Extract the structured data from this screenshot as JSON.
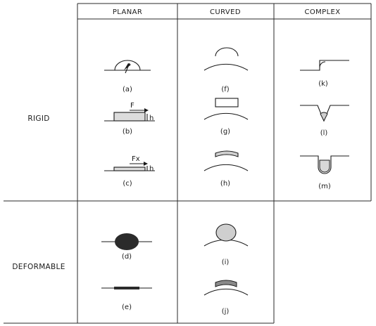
{
  "columns": {
    "planar": "PLANAR",
    "curved": "CURVED",
    "complex": "COMPLEX"
  },
  "rows": {
    "rigid": "RIGID",
    "deformable": "DEFORMABLE"
  },
  "captions": {
    "a": "(a)",
    "b": "(b)",
    "c": "(c)",
    "d": "(d)",
    "e": "(e)",
    "f": "(f)",
    "g": "(g)",
    "h": "(h)",
    "i": "(i)",
    "j": "(j)",
    "k": "(k)",
    "l": "(l)",
    "m": "(m)"
  },
  "symbols": {
    "force_b": "F",
    "force_c": "Fx",
    "height_b": "h",
    "height_c": "h"
  },
  "colors": {
    "ink": "#1a1a1a",
    "light_fill": "#cfcfcf",
    "dark_fill": "#2b2b2b"
  }
}
